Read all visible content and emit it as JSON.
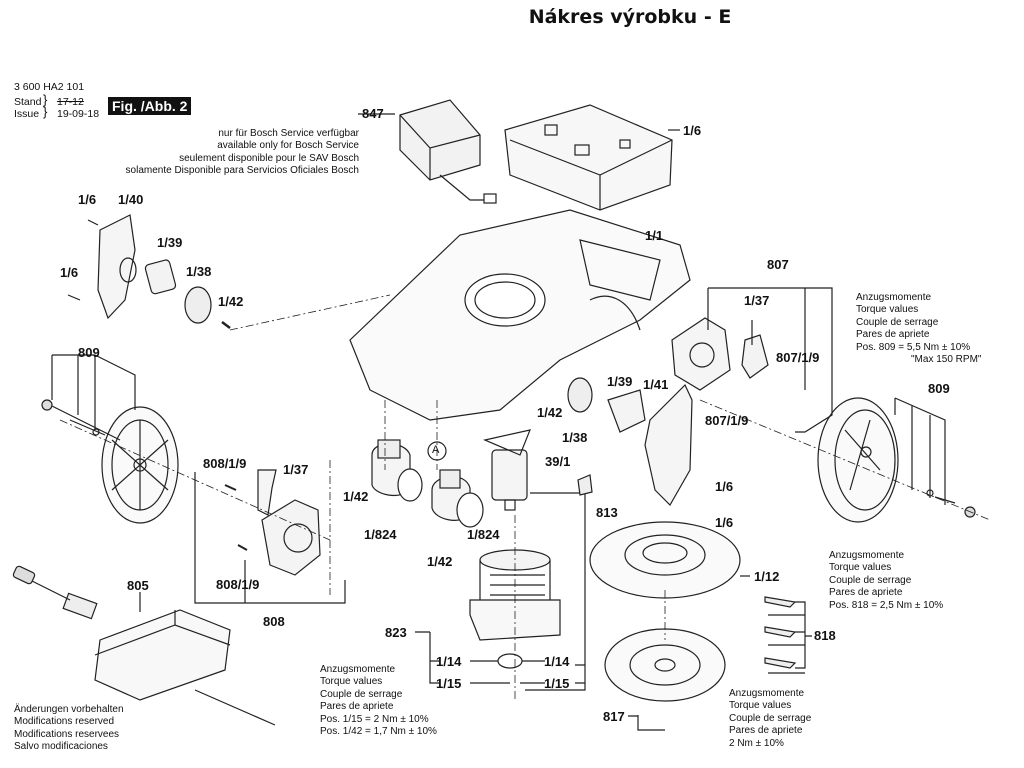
{
  "page_title": "Nákres výrobku - E",
  "doc": {
    "part_number": "3 600 HA2 101",
    "stand_label": "Stand",
    "issue_label": "Issue",
    "stand_value": "17-12",
    "issue_value": "19-09-18",
    "figure": "Fig. /Abb. 2"
  },
  "service_note": {
    "part": "847",
    "lines": [
      "nur für Bosch Service verfügbar",
      "available only for Bosch Service",
      "seulement disponible pour le SAV Bosch",
      "solamente Disponible para Servicios Oficiales Bosch"
    ]
  },
  "labels": {
    "p847": "847",
    "p1_6_top": "1/6",
    "p1_1": "1/1",
    "p1_6_a": "1/6",
    "p1_40": "1/40",
    "p1_39_a": "1/39",
    "p1_6_b": "1/6",
    "p1_38_a": "1/38",
    "p1_42_a": "1/42",
    "p807": "807",
    "p1_37_a": "1/37",
    "p807_1_9_a": "807/1/9",
    "p807_1_9_b": "807/1/9",
    "p809_left": "809",
    "p809_right": "809",
    "p1_42_b": "1/42",
    "p1_38_b": "1/38",
    "p1_39_b": "1/39",
    "p1_41": "1/41",
    "p39_1": "39/1",
    "pA": "A",
    "p808_1_9_a": "808/1/9",
    "p1_37_b": "1/37",
    "p808_1_9_b": "808/1/9",
    "p808": "808",
    "p1_42_c": "1/42",
    "p1_824_a": "1/824",
    "p1_824_b": "1/824",
    "p1_42_d": "1/42",
    "p813": "813",
    "p1_6_c": "1/6",
    "p1_6_d": "1/6",
    "p805": "805",
    "p823": "823",
    "p1_14_a": "1/14",
    "p1_14_b": "1/14",
    "p1_15_a": "1/15",
    "p1_15_b": "1/15",
    "p1_12": "1/12",
    "p818": "818",
    "p817": "817"
  },
  "torque_notes": {
    "right_top": {
      "lines": [
        "Anzugsmomente",
        "Torque values",
        "Couple de serrage",
        "Pares de apriete",
        "Pos. 809 = 5,5 Nm  ± 10%",
        "\"Max 150 RPM\""
      ]
    },
    "right_mid": {
      "lines": [
        "Anzugsmomente",
        "Torque values",
        "Couple de serrage",
        "Pares de apriete",
        "Pos. 818 = 2,5 Nm  ± 10%"
      ]
    },
    "bottom_center": {
      "lines": [
        "Anzugsmomente",
        "Torque values",
        "Couple de serrage",
        "Pares de apriete",
        "Pos. 1/15 = 2 Nm  ± 10%",
        "Pos. 1/42 = 1,7 Nm  ± 10%"
      ]
    },
    "bottom_right": {
      "lines": [
        "Anzugsmomente",
        "Torque values",
        "Couple de serrage",
        "Pares de apriete",
        "2 Nm  ± 10%"
      ]
    }
  },
  "footer_note": {
    "lines": [
      "Änderungen vorbehalten",
      "Modifications reserved",
      "Modifications reservees",
      "Salvo modificaciones"
    ]
  }
}
